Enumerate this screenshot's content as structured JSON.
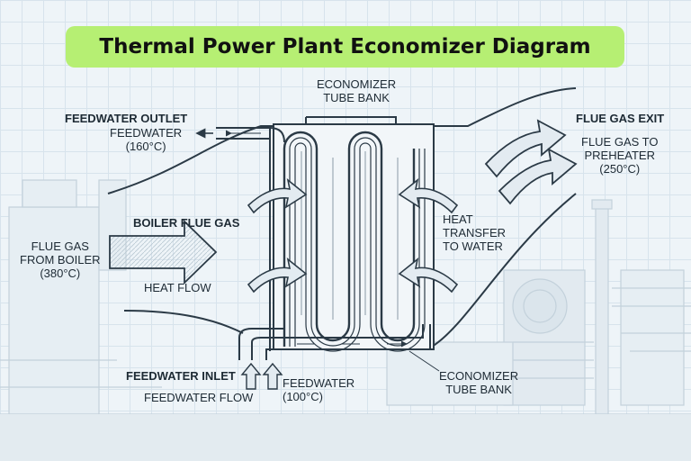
{
  "title": "Thermal Power Plant Economizer Diagram",
  "labels": {
    "tube_bank_top": [
      "ECONOMIZER",
      "TUBE BANK"
    ],
    "feedwater_outlet": "FEEDWATER OUTLET",
    "feedwater_outlet_sub": [
      "FEEDWATER",
      "(160°C)"
    ],
    "flue_gas_exit": "FLUE GAS EXIT",
    "flue_gas_exit_sub": [
      "FLUE GAS TO",
      "PREHEATER",
      "(250°C)"
    ],
    "boiler_flue_gas": "BOILER FLUE GAS",
    "flue_gas_from_boiler": [
      "FLUE GAS",
      "FROM BOILER",
      "(380°C)"
    ],
    "heat_flow": "HEAT FLOW",
    "heat_transfer": [
      "HEAT",
      "TRANSFER",
      "TO WATER"
    ],
    "feedwater_inlet": "FEEDWATER INLET",
    "feedwater_flow": "FEEDWATER FLOW",
    "feedwater_inlet_sub": [
      "FEEDWATER",
      "(100°C)"
    ],
    "tube_bank_bottom": [
      "ECONOMIZER",
      "TUBE BANK"
    ]
  },
  "colors": {
    "title_bg": "#b6ef73",
    "line": "#2b3a46",
    "arrow_fill": "#e3ebf1",
    "ghost": "#c9d6df"
  }
}
